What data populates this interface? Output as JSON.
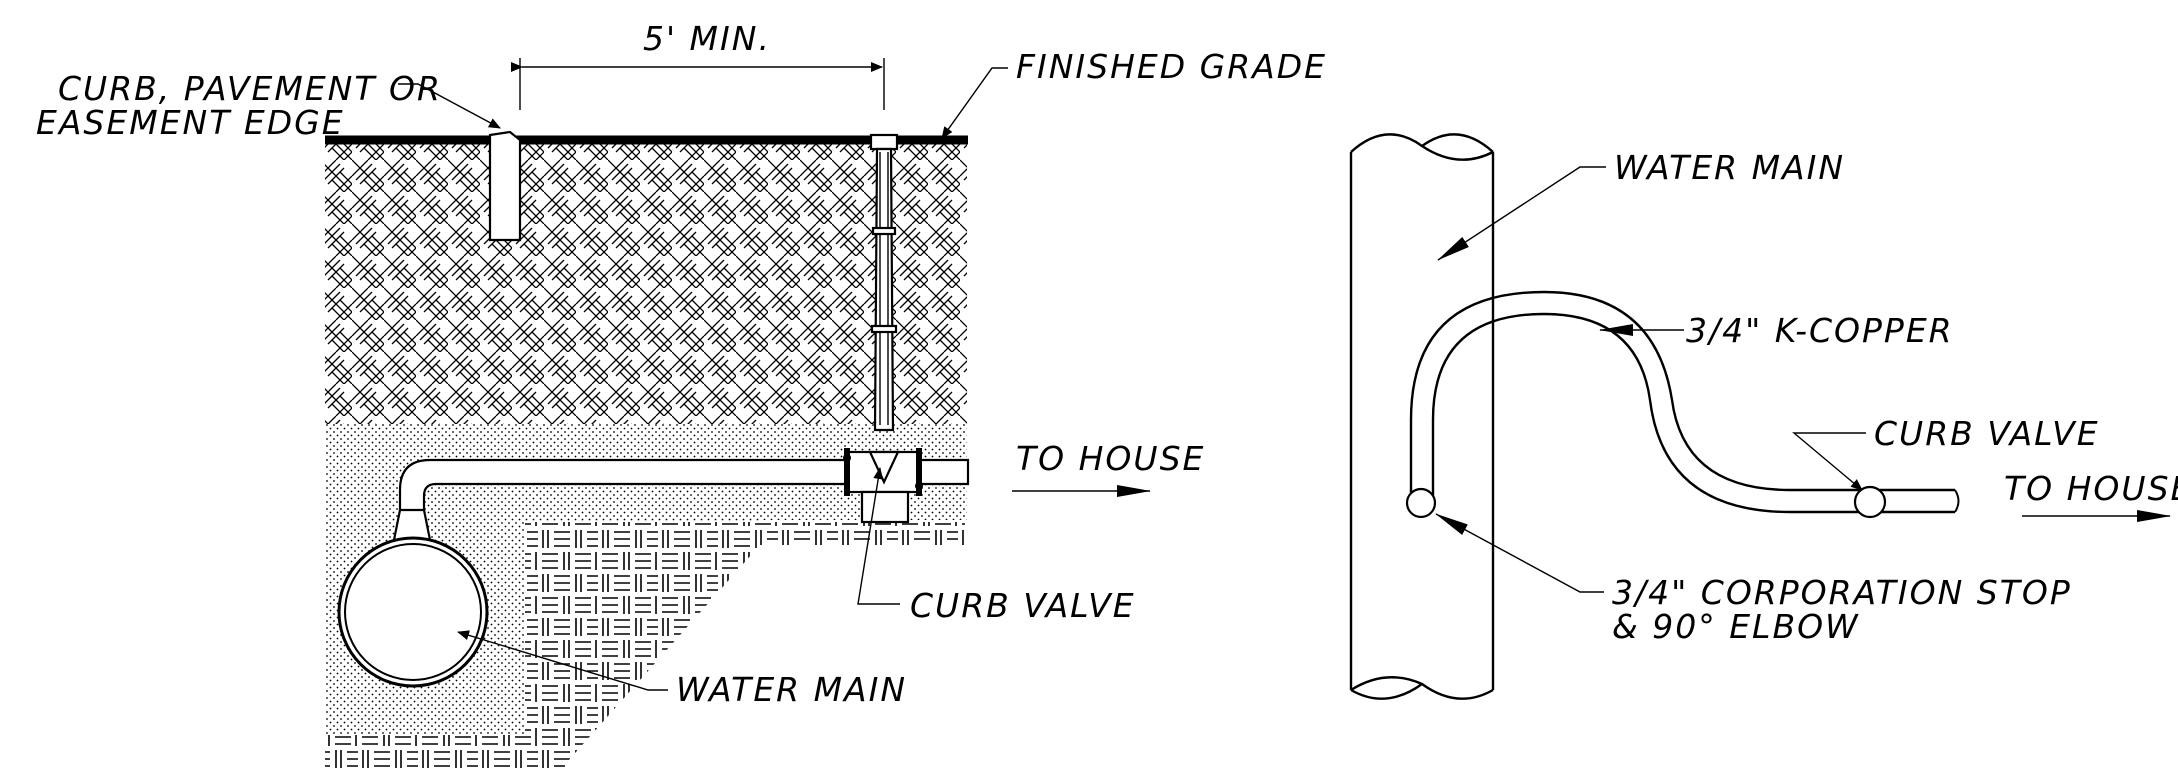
{
  "section_view": {
    "dimension_label": "5' MIN.",
    "finished_grade_label": "FINISHED GRADE",
    "curb_label_line1": "CURB, PAVEMENT OR",
    "curb_label_line2": "EASEMENT EDGE",
    "to_house_label": "TO HOUSE",
    "curb_valve_label": "CURB VALVE",
    "water_main_label": "WATER MAIN"
  },
  "plan_view": {
    "water_main_label": "WATER MAIN",
    "copper_label": "3/4\" K-COPPER",
    "curb_valve_label": "CURB VALVE",
    "to_house_label": "TO HOUSE",
    "corp_stop_line1": "3/4\" CORPORATION STOP",
    "corp_stop_line2": "& 90° ELBOW"
  }
}
